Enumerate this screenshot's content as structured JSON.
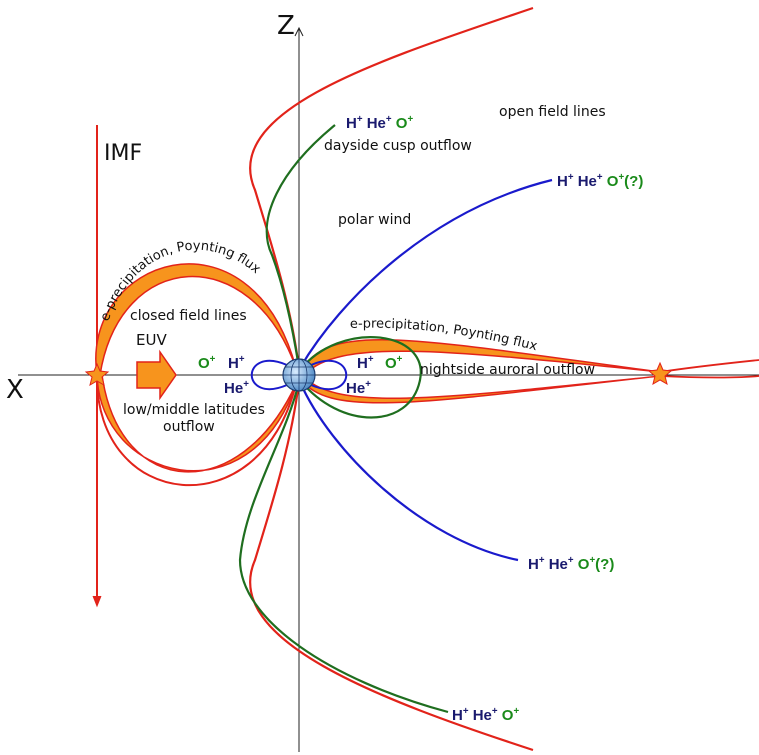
{
  "axes": {
    "z": "Z",
    "x": "X"
  },
  "imf": "IMF",
  "euv": "EUV",
  "labels": {
    "open_field_lines": "open field lines",
    "closed_field_lines": "closed field lines",
    "polar_wind": "polar wind",
    "dayside_cusp_outflow": "dayside cusp outflow",
    "nightside_auroral_outflow": "nightside auroral outflow",
    "low_middle_latitudes": "low/middle latitudes",
    "outflow": "outflow",
    "eprecip_day": "e-precipitation, Poynting flux",
    "eprecip_night": "e-precipitation, Poynting flux"
  },
  "ions": {
    "h": "H",
    "he": "He",
    "o": "O",
    "plus": "+",
    "q": "(?)"
  },
  "colors": {
    "red": "#e2231a",
    "green": "#1f6e1f",
    "blue": "#1a1acc",
    "navy": "#1a1a6e",
    "orange": "#f7941d",
    "ion_green": "#1a8a1a"
  }
}
